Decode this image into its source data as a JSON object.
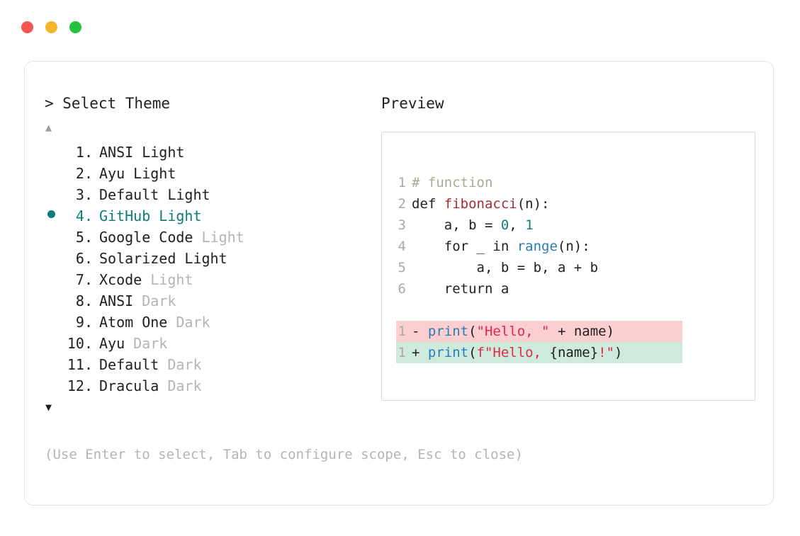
{
  "window": {
    "dots": [
      {
        "name": "close",
        "color": "#f4564f"
      },
      {
        "name": "minimize",
        "color": "#f5b526"
      },
      {
        "name": "maximize",
        "color": "#24c13b"
      }
    ]
  },
  "left_panel": {
    "heading": "> Select Theme",
    "scroll_up_glyph": "▲",
    "scroll_down_glyph": "▼",
    "selected_index": 4,
    "selected_bullet_color": "#0e7c7b",
    "items": [
      {
        "num": " 1.",
        "name": "ANSI",
        "variant": "Light",
        "variant_muted": false,
        "selected": false,
        "bullet": false
      },
      {
        "num": " 2.",
        "name": "Ayu",
        "variant": "Light",
        "variant_muted": false,
        "selected": false,
        "bullet": false
      },
      {
        "num": " 3.",
        "name": "Default",
        "variant": "Light",
        "variant_muted": false,
        "selected": false,
        "bullet": false
      },
      {
        "num": " 4.",
        "name": "GitHub",
        "variant": "Light",
        "variant_muted": false,
        "selected": true,
        "bullet": true
      },
      {
        "num": " 5.",
        "name": "Google Code",
        "variant": "Light",
        "variant_muted": true,
        "selected": false,
        "bullet": false
      },
      {
        "num": " 6.",
        "name": "Solarized",
        "variant": "Light",
        "variant_muted": false,
        "selected": false,
        "bullet": false
      },
      {
        "num": " 7.",
        "name": "Xcode",
        "variant": "Light",
        "variant_muted": true,
        "selected": false,
        "bullet": false
      },
      {
        "num": " 8.",
        "name": "ANSI",
        "variant": "Dark",
        "variant_muted": true,
        "selected": false,
        "bullet": false
      },
      {
        "num": " 9.",
        "name": "Atom One",
        "variant": "Dark",
        "variant_muted": true,
        "selected": false,
        "bullet": false
      },
      {
        "num": "10.",
        "name": "Ayu",
        "variant": "Dark",
        "variant_muted": true,
        "selected": false,
        "bullet": false
      },
      {
        "num": "11.",
        "name": "Default",
        "variant": "Dark",
        "variant_muted": true,
        "selected": false,
        "bullet": false
      },
      {
        "num": "12.",
        "name": "Dracula",
        "variant": "Dark",
        "variant_muted": true,
        "selected": false,
        "bullet": false
      }
    ],
    "hint": "(Use Enter to select, Tab to configure scope, Esc to close)"
  },
  "right_panel": {
    "heading": "Preview",
    "code": {
      "lines": [
        {
          "ln": "1",
          "tokens": [
            {
              "t": "# function",
              "c": "com"
            }
          ]
        },
        {
          "ln": "2",
          "tokens": [
            {
              "t": "def ",
              "c": "kw"
            },
            {
              "t": "fibonacci",
              "c": "fn"
            },
            {
              "t": "(n):",
              "c": "pln"
            }
          ]
        },
        {
          "ln": "3",
          "tokens": [
            {
              "t": "    a, b = ",
              "c": "pln"
            },
            {
              "t": "0",
              "c": "num"
            },
            {
              "t": ", ",
              "c": "pln"
            },
            {
              "t": "1",
              "c": "num"
            }
          ]
        },
        {
          "ln": "4",
          "tokens": [
            {
              "t": "    for _ in ",
              "c": "kw"
            },
            {
              "t": "range",
              "c": "blt"
            },
            {
              "t": "(n):",
              "c": "pln"
            }
          ]
        },
        {
          "ln": "5",
          "tokens": [
            {
              "t": "        a, b = b, a + b",
              "c": "pln"
            }
          ]
        },
        {
          "ln": "6",
          "tokens": [
            {
              "t": "    return a",
              "c": "kw"
            }
          ]
        }
      ],
      "diff": [
        {
          "ln": "1",
          "sign": "-",
          "kind": "del",
          "bg": "#fbcfcf",
          "tokens": [
            {
              "t": "print",
              "c": "blt"
            },
            {
              "t": "(",
              "c": "pln"
            },
            {
              "t": "\"Hello, \"",
              "c": "str"
            },
            {
              "t": " + name)",
              "c": "pln"
            }
          ]
        },
        {
          "ln": "1",
          "sign": "+",
          "kind": "add",
          "bg": "#cdeadc",
          "tokens": [
            {
              "t": "print",
              "c": "blt"
            },
            {
              "t": "(",
              "c": "pln"
            },
            {
              "t": "f\"Hello, ",
              "c": "str"
            },
            {
              "t": "{name}",
              "c": "pln"
            },
            {
              "t": "!\"",
              "c": "str"
            },
            {
              "t": ")",
              "c": "pln"
            }
          ]
        }
      ]
    }
  },
  "colors": {
    "accent_teal": "#0e7c7b",
    "muted_gray": "#b4b4b4",
    "text": "#1d1f21",
    "card_border": "#e3e3e3",
    "preview_border": "#d8d8d8",
    "comment": "#a6ac92",
    "function": "#a62c32",
    "builtin": "#2b7bb9",
    "string": "#e02a4c",
    "linenum": "#a9a9a9"
  }
}
